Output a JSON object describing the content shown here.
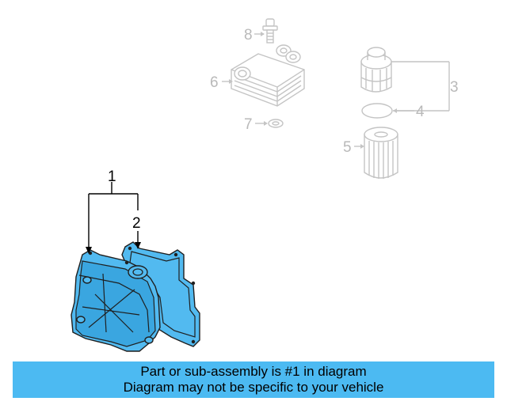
{
  "diagram": {
    "callouts": {
      "c1": "1",
      "c2": "2",
      "c3": "3",
      "c4": "4",
      "c5": "5",
      "c6": "6",
      "c7": "7",
      "c8": "8"
    },
    "colors": {
      "highlight": "#52baf0",
      "ghost": "#c4c4c4",
      "banner": "#4cbaf2"
    }
  },
  "banner": {
    "line1": "Part or sub-assembly is #1 in diagram",
    "line2": "Diagram may not be specific to your vehicle"
  }
}
